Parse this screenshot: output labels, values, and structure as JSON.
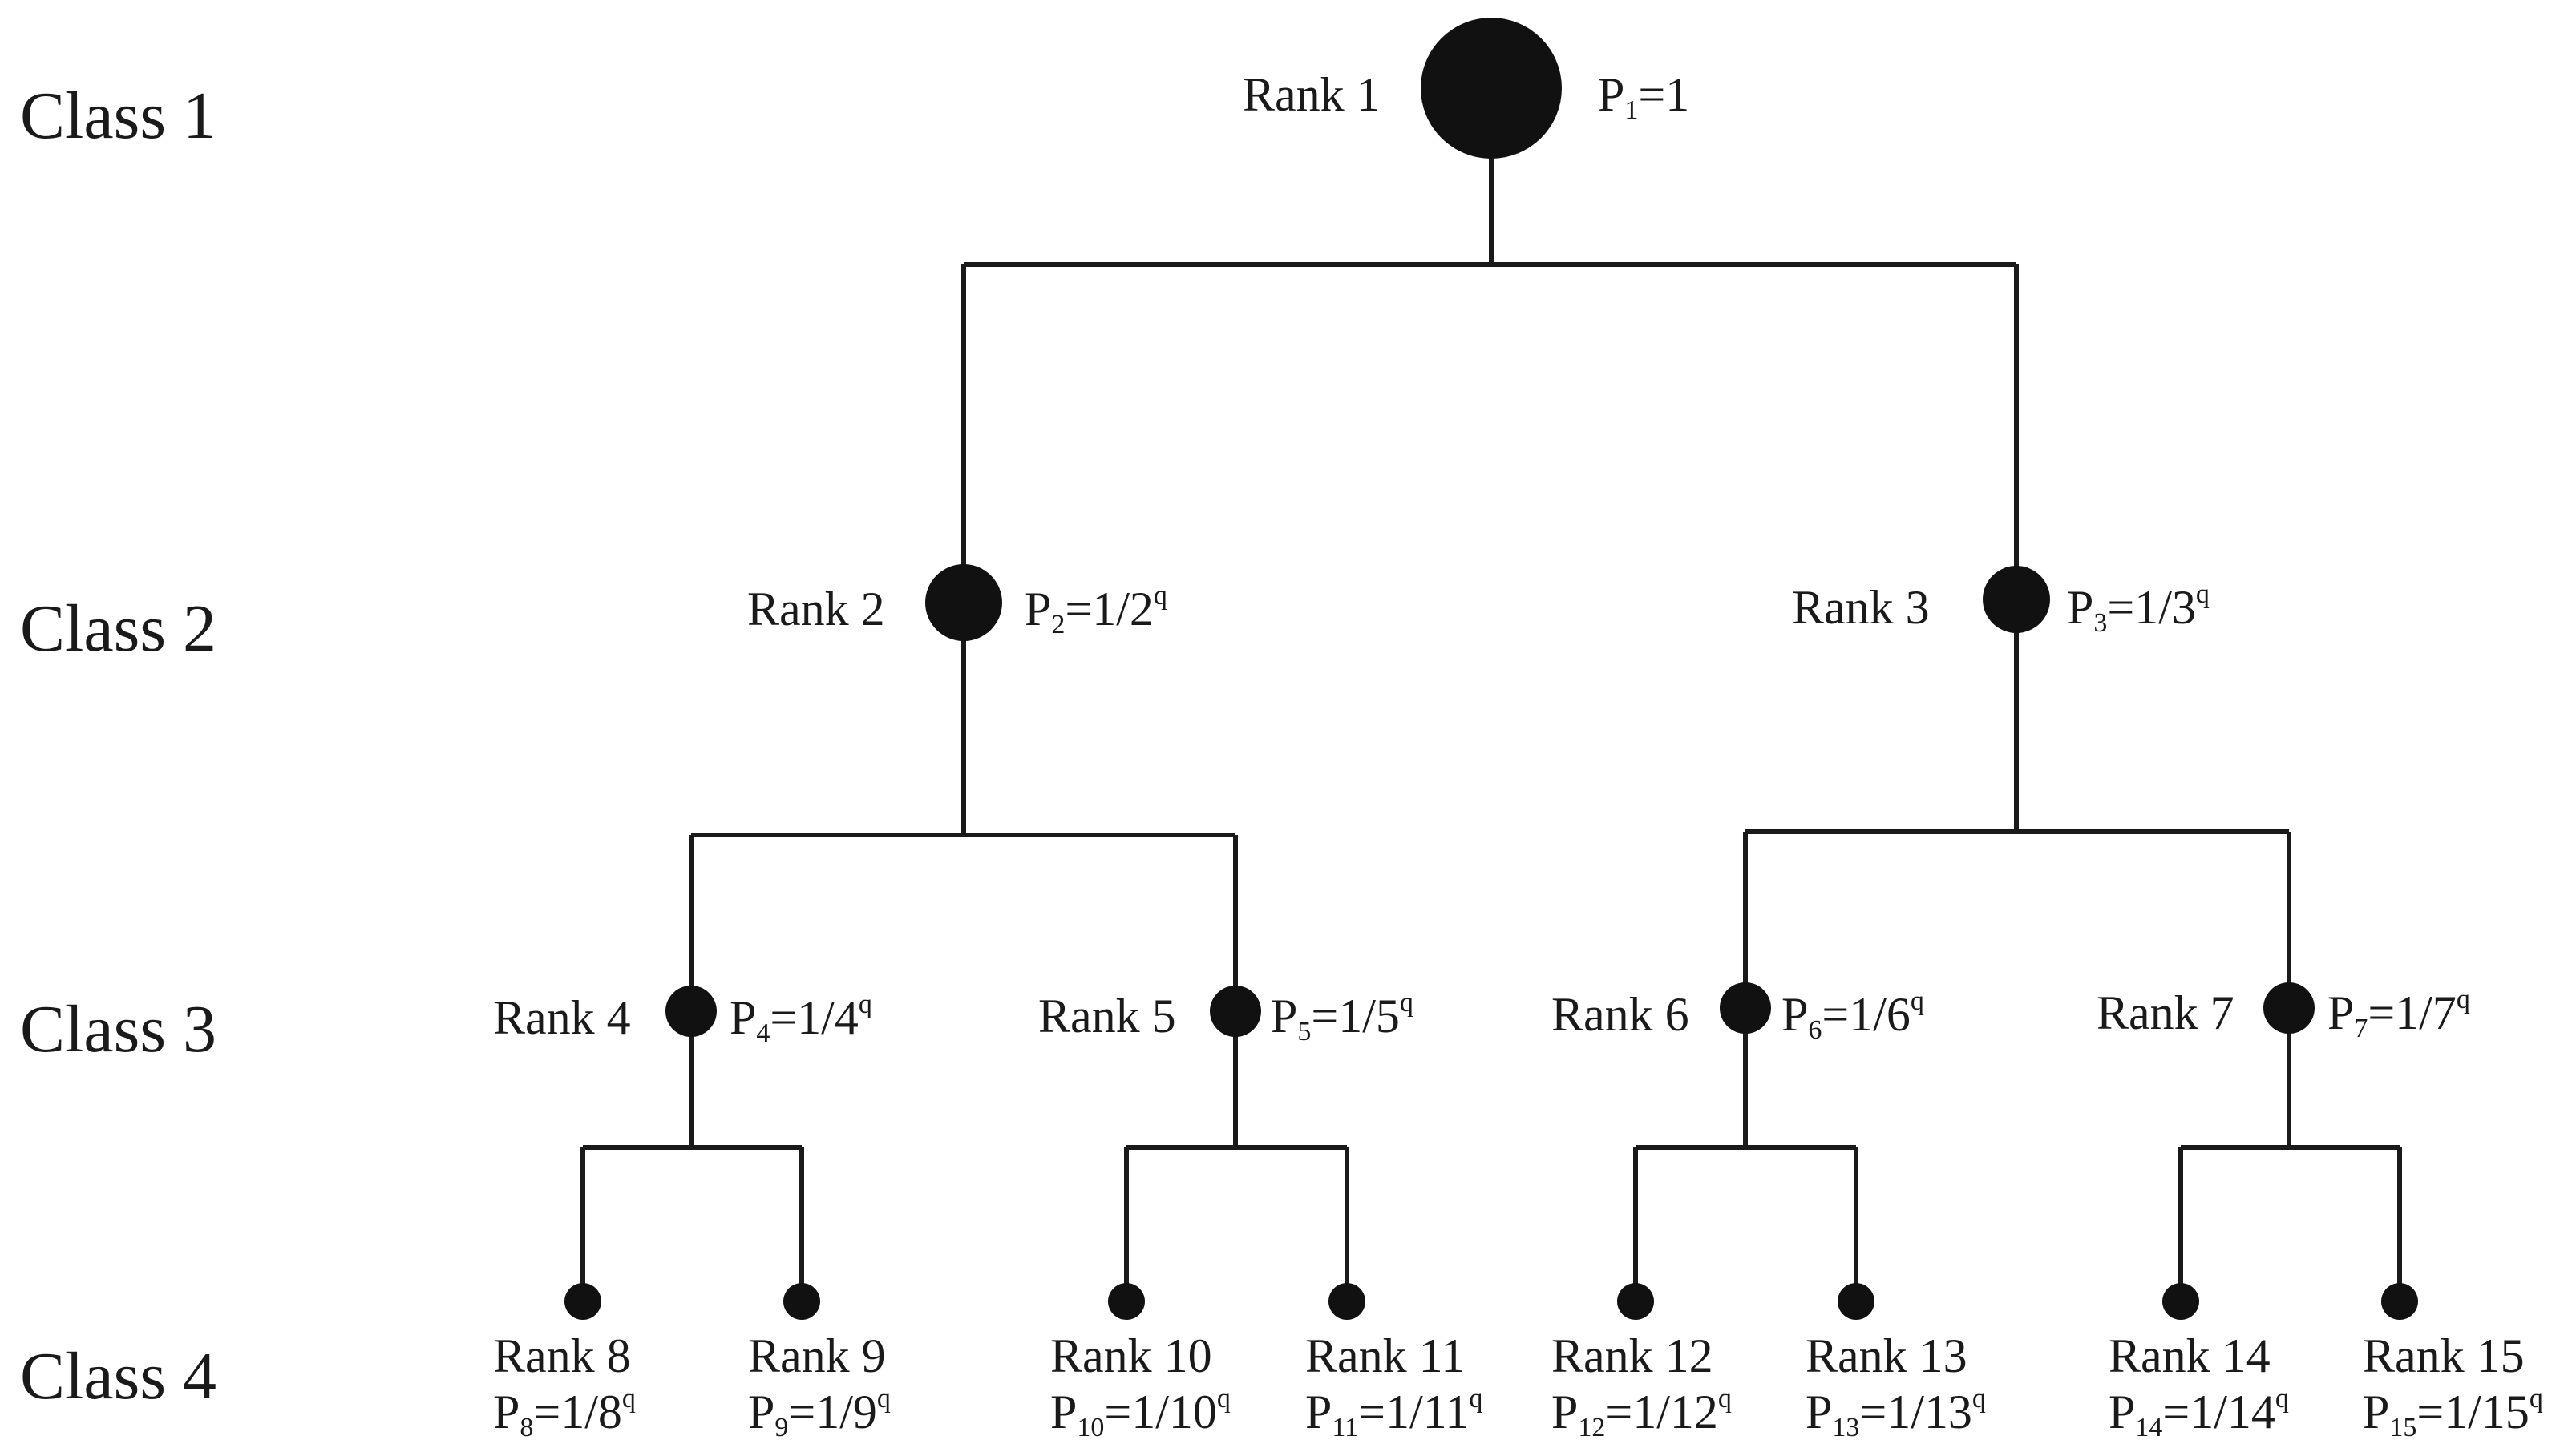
{
  "classes": [
    "Class 1",
    "Class 2",
    "Class 3",
    "Class 4"
  ],
  "nodes": [
    {
      "rank": "Rank 1",
      "p": "P",
      "sub": "1",
      "eq": "=1",
      "sup": ""
    },
    {
      "rank": "Rank 2",
      "p": "P",
      "sub": "2",
      "eq": "=1/2",
      "sup": "q"
    },
    {
      "rank": "Rank 3",
      "p": "P",
      "sub": "3",
      "eq": "=1/3",
      "sup": "q"
    },
    {
      "rank": "Rank 4",
      "p": "P",
      "sub": "4",
      "eq": "=1/4",
      "sup": "q"
    },
    {
      "rank": "Rank 5",
      "p": "P",
      "sub": "5",
      "eq": "=1/5",
      "sup": "q"
    },
    {
      "rank": "Rank 6",
      "p": "P",
      "sub": "6",
      "eq": "=1/6",
      "sup": "q"
    },
    {
      "rank": "Rank 7",
      "p": "P",
      "sub": "7",
      "eq": "=1/7",
      "sup": "q"
    },
    {
      "rank": "Rank 8",
      "p": "P",
      "sub": "8",
      "eq": "=1/8",
      "sup": "q"
    },
    {
      "rank": "Rank 9",
      "p": "P",
      "sub": "9",
      "eq": "=1/9",
      "sup": "q"
    },
    {
      "rank": "Rank 10",
      "p": "P",
      "sub": "10",
      "eq": "=1/10",
      "sup": "q"
    },
    {
      "rank": "Rank 11",
      "p": "P",
      "sub": "11",
      "eq": "=1/11",
      "sup": "q"
    },
    {
      "rank": "Rank 12",
      "p": "P",
      "sub": "12",
      "eq": "=1/12",
      "sup": "q"
    },
    {
      "rank": "Rank 13",
      "p": "P",
      "sub": "13",
      "eq": "=1/13",
      "sup": "q"
    },
    {
      "rank": "Rank 14",
      "p": "P",
      "sub": "14",
      "eq": "=1/14",
      "sup": "q"
    },
    {
      "rank": "Rank 15",
      "p": "P",
      "sub": "15",
      "eq": "=1/15",
      "sup": "q"
    }
  ],
  "colors": {
    "ink": "#111111",
    "background": "#ffffff"
  }
}
